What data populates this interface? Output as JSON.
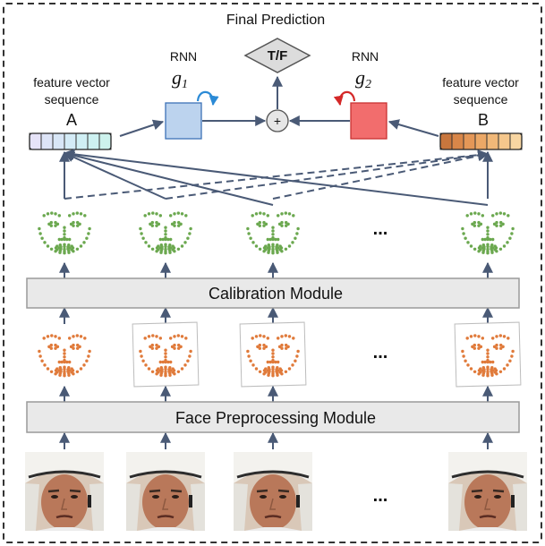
{
  "title": "Final Prediction",
  "output_label": "T/F",
  "plus_symbol": "+",
  "rnn_g1": {
    "label": "RNN",
    "symbol": "g",
    "subscript": "1",
    "color": "#bcd3ee",
    "stroke": "#3d72b6",
    "loop_color": "#2b8ad6"
  },
  "rnn_g2": {
    "label": "RNN",
    "symbol": "g",
    "subscript": "2",
    "color": "#f26d6d",
    "stroke": "#c83232",
    "loop_color": "#d42828"
  },
  "seq_a": {
    "label_line1": "feature vector",
    "label_line2": "sequence",
    "letter": "A",
    "colors": [
      "#e6e3f8",
      "#dde4f7",
      "#d8e6f6",
      "#d4ebf6",
      "#d0eff4",
      "#cdf1f1",
      "#cdf2ed"
    ]
  },
  "seq_b": {
    "label_line1": "feature vector",
    "label_line2": "sequence",
    "letter": "B",
    "colors": [
      "#c8763d",
      "#d88649",
      "#e49757",
      "#eca866",
      "#f1b878",
      "#f5c78c",
      "#f8d6a2"
    ]
  },
  "calibration_label": "Calibration Module",
  "preprocessing_label": "Face Preprocessing Module",
  "ellipsis": "...",
  "colors": {
    "arrow": "#4a5a76",
    "module_fill": "#e9e9e9",
    "module_stroke": "#9a9a9a",
    "landmark_green": "#6ba84f",
    "landmark_orange": "#e07a3a",
    "border": "#333333"
  }
}
